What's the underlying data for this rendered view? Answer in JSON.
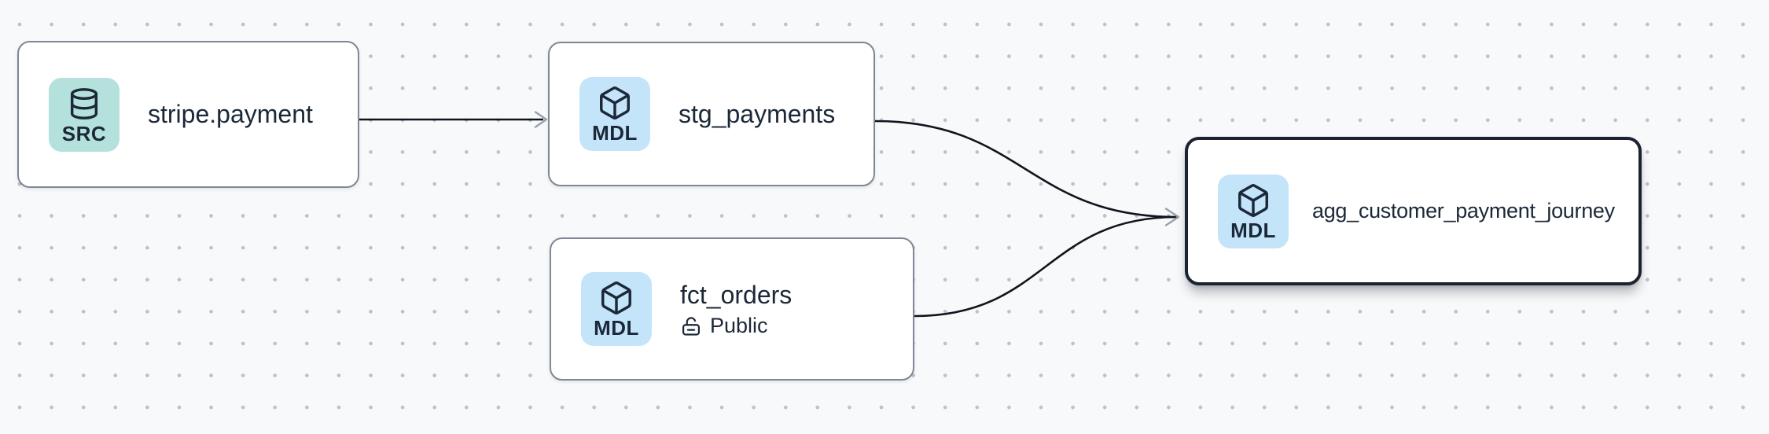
{
  "canvas": {
    "type": "lineage-graph",
    "background_color": "#f8f9fb",
    "dot_color": "#bcc1cb"
  },
  "colors": {
    "node_border": "#7f8796",
    "selected_node_border": "#1c2330",
    "edge": "#10151d",
    "arrowhead": "#99a1ad",
    "text": "#1b2837",
    "badge_source_bg": "#b4e1dc",
    "badge_model_bg": "#c4e4f9"
  },
  "nodes": [
    {
      "id": "stripe-payment",
      "title": "stripe.payment",
      "badge": {
        "label": "SRC",
        "icon": "database-icon",
        "bg": "#b4e1dc"
      },
      "selected": false
    },
    {
      "id": "stg-payments",
      "title": "stg_payments",
      "badge": {
        "label": "MDL",
        "icon": "box-icon",
        "bg": "#c4e4f9"
      },
      "selected": false
    },
    {
      "id": "fct-orders",
      "title": "fct_orders",
      "badge": {
        "label": "MDL",
        "icon": "box-icon",
        "bg": "#c4e4f9"
      },
      "access": {
        "icon": "unlock-icon",
        "label": "Public"
      },
      "selected": false
    },
    {
      "id": "agg-customer-payment-journey",
      "title": "agg_customer_payment_journey",
      "badge": {
        "label": "MDL",
        "icon": "box-icon",
        "bg": "#c4e4f9"
      },
      "selected": true
    }
  ],
  "edges": [
    {
      "from": "stripe.payment",
      "to": "stg_payments"
    },
    {
      "from": "stg_payments",
      "to": "agg_customer_payment_journey"
    },
    {
      "from": "fct_orders",
      "to": "agg_customer_payment_journey"
    }
  ]
}
